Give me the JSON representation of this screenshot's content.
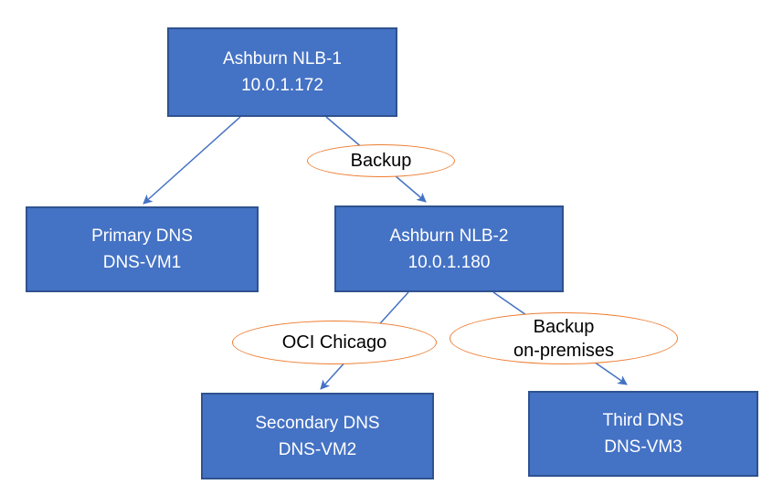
{
  "diagram": {
    "nodes": {
      "nlb1": {
        "line1": "Ashburn NLB-1",
        "line2": "10.0.1.172"
      },
      "primary": {
        "line1": "Primary DNS",
        "line2": "DNS-VM1"
      },
      "nlb2": {
        "line1": "Ashburn NLB-2",
        "line2": "10.0.1.180"
      },
      "secondary": {
        "line1": "Secondary DNS",
        "line2": "DNS-VM2"
      },
      "third": {
        "line1": "Third DNS",
        "line2": "DNS-VM3"
      }
    },
    "labels": {
      "backup": {
        "line1": "Backup"
      },
      "oci_chicago": {
        "line1": "OCI Chicago"
      },
      "backup_on_premises": {
        "line1": "Backup",
        "line2": "on-premises"
      }
    },
    "edges": [
      {
        "from": "Ashburn NLB-1",
        "to": "Primary DNS"
      },
      {
        "from": "Ashburn NLB-1",
        "to": "Ashburn NLB-2",
        "label": "Backup"
      },
      {
        "from": "Ashburn NLB-2",
        "to": "Secondary DNS",
        "label": "OCI Chicago"
      },
      {
        "from": "Ashburn NLB-2",
        "to": "Third DNS",
        "label": "Backup on-premises"
      }
    ],
    "colors": {
      "background": "#FFFFFF",
      "box_fill": "#4472C4",
      "box_border": "#2F528F",
      "box_text": "#FFFFFF",
      "ellipse_border": "#ED7D31",
      "ellipse_fill": "#FFFFFF",
      "ellipse_text": "#000000",
      "arrow_stroke": "#4472C4"
    }
  }
}
